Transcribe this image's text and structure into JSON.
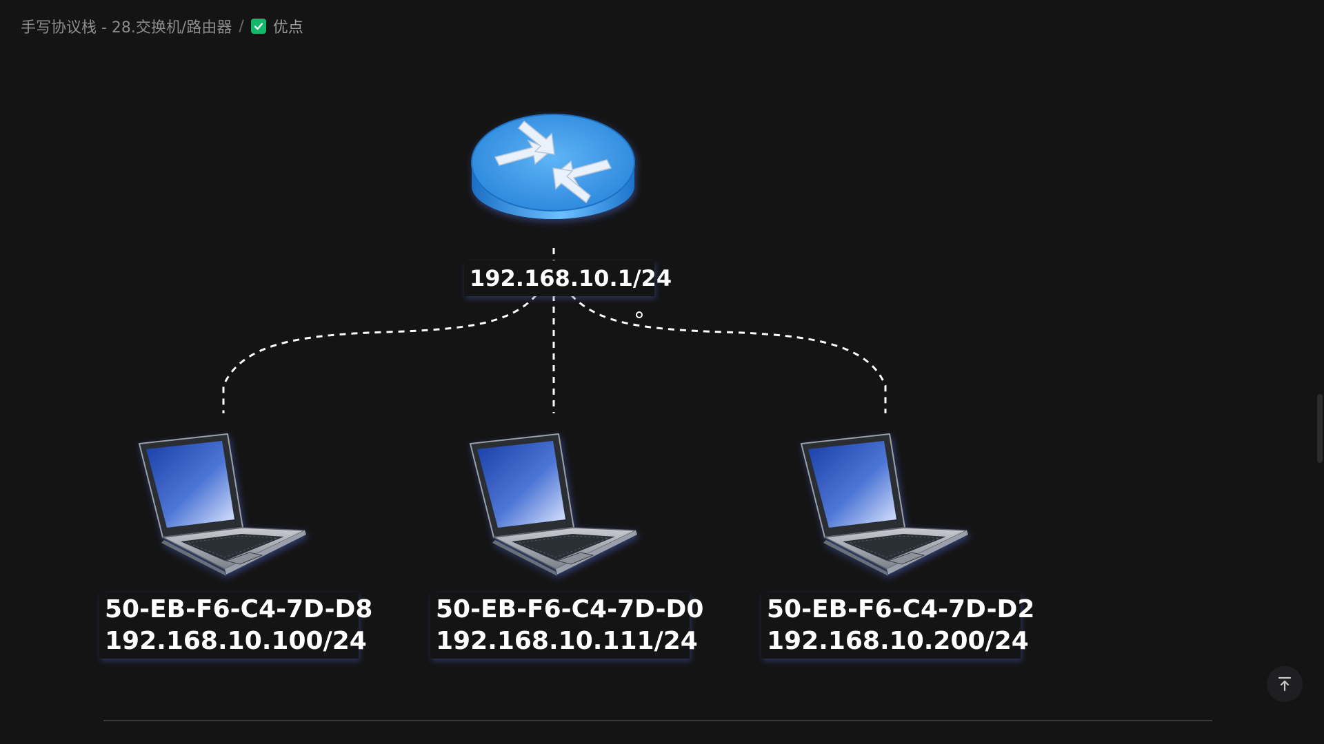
{
  "breadcrumb": {
    "parent": "手写协议栈 - 28.交换机/路由器",
    "separator": "/",
    "current": "优点"
  },
  "diagram": {
    "router": {
      "ip": "192.168.10.1/24"
    },
    "hosts": [
      {
        "mac": "50-EB-F6-C4-7D-D8",
        "ip": "192.168.10.100/24"
      },
      {
        "mac": "50-EB-F6-C4-7D-D0",
        "ip": "192.168.10.111/24"
      },
      {
        "mac": "50-EB-F6-C4-7D-D2",
        "ip": "192.168.10.200/24"
      }
    ]
  },
  "icons": {
    "check": "checkbox-checked-icon",
    "back_to_top": "arrow-up-to-line-icon"
  },
  "colors": {
    "background": "#141415",
    "check": "#15b86a",
    "router": "#2a8fe0"
  }
}
